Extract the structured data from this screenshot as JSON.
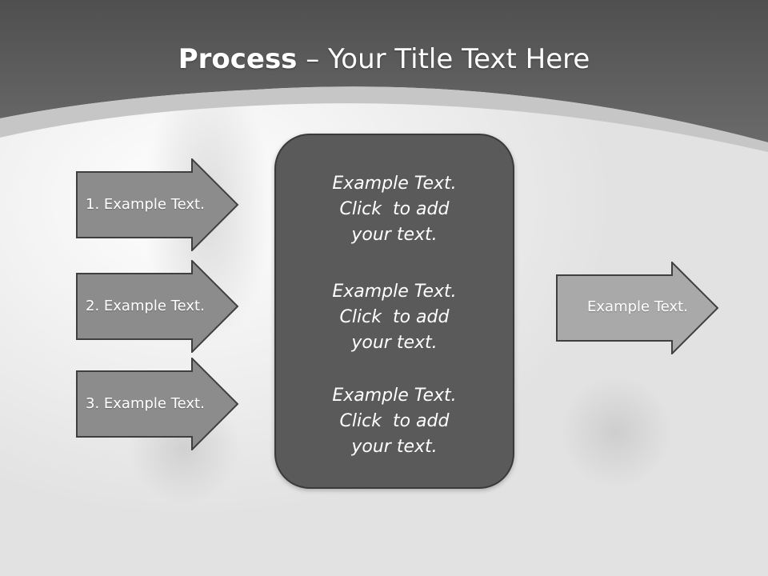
{
  "title": {
    "bold": "Process",
    "rest": " – Your Title Text Here"
  },
  "inputs": [
    {
      "label": "1. Example Text."
    },
    {
      "label": "2. Example Text."
    },
    {
      "label": "3. Example Text."
    }
  ],
  "center": {
    "blocks": [
      {
        "line1": "Example Text.",
        "line2": "Click  to add",
        "line3": "your text."
      },
      {
        "line1": "Example Text.",
        "line2": "Click  to add",
        "line3": "your text."
      },
      {
        "line1": "Example Text.",
        "line2": "Click  to add",
        "line3": "your text."
      }
    ]
  },
  "output": {
    "label": "Example Text."
  },
  "colors": {
    "header": "#5e5e5e",
    "arrow_fill": "#8c8c8c",
    "arrow_stroke": "#3f3f3f",
    "output_arrow_fill": "#a9a9a9",
    "center_fill": "#5a5a5a"
  }
}
